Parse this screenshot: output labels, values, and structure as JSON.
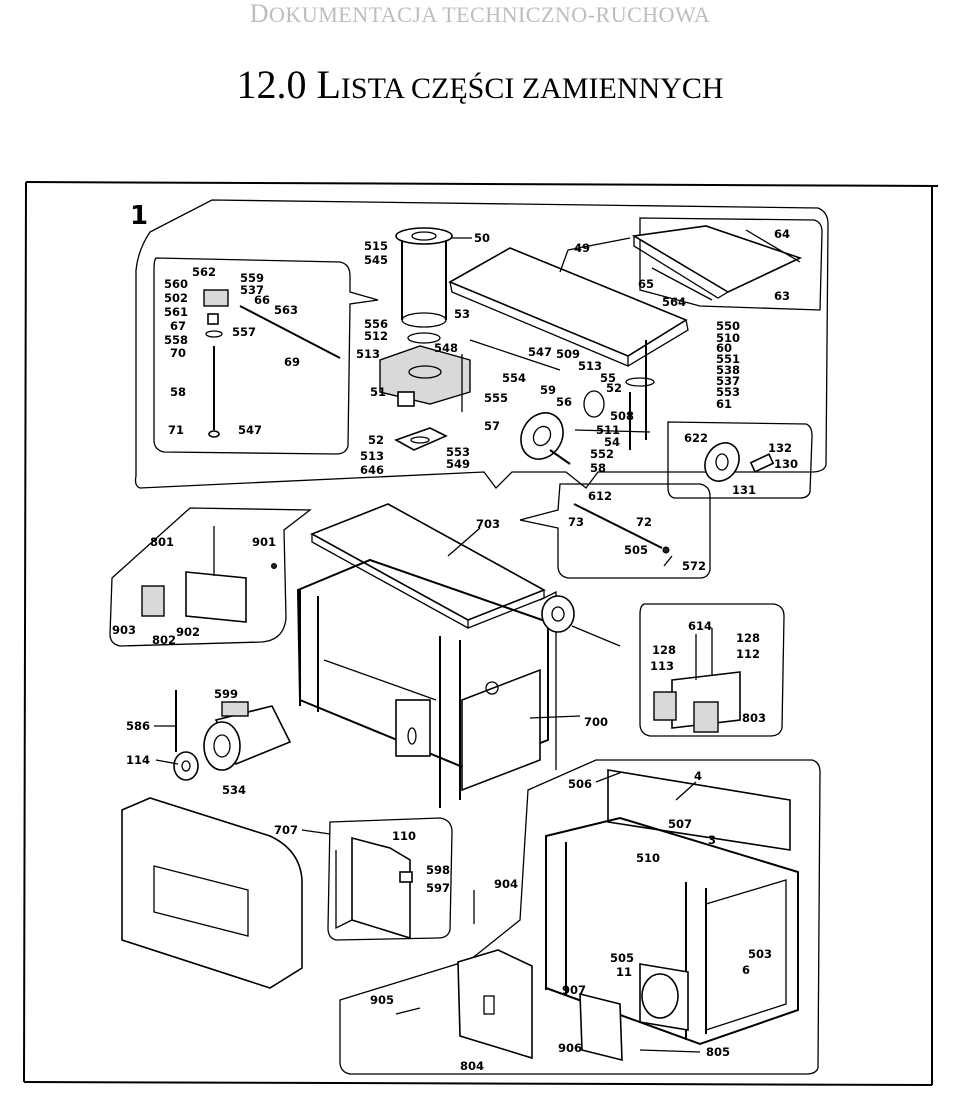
{
  "header": {
    "running_title_first": "D",
    "running_title_rest": "OKUMENTACJA TECHNICZNO-RUCHOWA"
  },
  "title": {
    "number": "12.0 L",
    "rest": "ISTA CZĘŚCI ZAMIENNYCH"
  },
  "figure": {
    "figure_number": "1",
    "part_labels": {
      "p50": "50",
      "p515": "515",
      "p545": "545",
      "p49": "49",
      "p64": "64",
      "p65": "65",
      "p564": "564",
      "p63": "63",
      "p562": "562",
      "p559": "559",
      "p560": "560",
      "p537a": "537",
      "p502": "502",
      "p66": "66",
      "p561": "561",
      "p563": "563",
      "p67": "67",
      "p557": "557",
      "p558": "558",
      "p70": "70",
      "p69": "69",
      "p58a": "58",
      "p71": "71",
      "p547a": "547",
      "p556": "556",
      "p512": "512",
      "p53": "53",
      "p548": "548",
      "p513a": "513",
      "p51": "51",
      "p555": "555",
      "p547b": "547",
      "p509": "509",
      "p554": "554",
      "p513b": "513",
      "p59": "59",
      "p56": "56",
      "p55": "55",
      "p52a": "52",
      "p508": "508",
      "p511": "511",
      "p550": "550",
      "p510a": "510",
      "p60": "60",
      "p551": "551",
      "p538": "538",
      "p537b": "537",
      "p553a": "553",
      "p61": "61",
      "p52b": "52",
      "p553b": "553",
      "p513c": "513",
      "p549": "549",
      "p646": "646",
      "p57": "57",
      "p54": "54",
      "p552": "552",
      "p58b": "58",
      "p622": "622",
      "p132": "132",
      "p130": "130",
      "p131": "131",
      "p612": "612",
      "p73": "73",
      "p72": "72",
      "p505a": "505",
      "p572": "572",
      "p703": "703",
      "p801": "801",
      "p901": "901",
      "p903": "903",
      "p802": "802",
      "p902": "902",
      "p614": "614",
      "p128a": "128",
      "p128b": "128",
      "p112": "112",
      "p113": "113",
      "p803": "803",
      "p599": "599",
      "p586": "586",
      "p114": "114",
      "p534": "534",
      "p700": "700",
      "p506": "506",
      "p4": "4",
      "p707": "707",
      "p110": "110",
      "p598": "598",
      "p597": "597",
      "p507": "507",
      "p510b": "510",
      "p3": "3",
      "p904": "904",
      "p503": "503",
      "p505b": "505",
      "p11": "11",
      "p6": "6",
      "p907": "907",
      "p905": "905",
      "p906": "906",
      "p805": "805",
      "p804": "804"
    }
  }
}
